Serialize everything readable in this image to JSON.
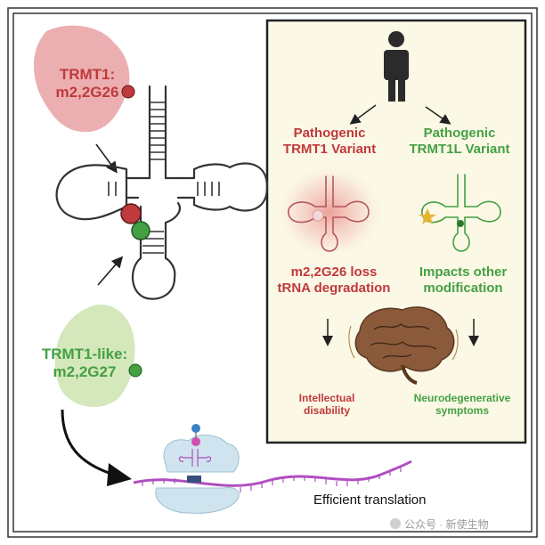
{
  "left_panel": {
    "trmt1_label_line1": "TRMT1:",
    "trmt1_label_line2": "m2,2G26",
    "trmt1l_label_line1": "TRMT1-like:",
    "trmt1l_label_line2": "m2,2G27"
  },
  "right_panel": {
    "left_branch_line1": "Pathogenic",
    "left_branch_line2": "TRMT1 Variant",
    "right_branch_line1": "Pathogenic",
    "right_branch_line2": "TRMT1L Variant",
    "left_effect_line1": "m2,2G26 loss",
    "left_effect_line2": "tRNA degradation",
    "right_effect_line1": "Impacts other",
    "right_effect_line2": "modification",
    "left_outcome_line1": "Intellectual",
    "left_outcome_line2": "disability",
    "right_outcome_line1": "Neurodegenerative",
    "right_outcome_line2": "symptoms"
  },
  "bottom": {
    "translation_label": "Efficient translation",
    "watermark": "公众号 · 新使生物"
  },
  "colors": {
    "red": "#c0393b",
    "green": "#45a043",
    "panel_bg": "#fbf8e6",
    "trmt1_blob": "#e9a1a3",
    "trmt1l_blob": "#cfe5b5",
    "ribosome": "#cfe4ee",
    "mrna": "#b04fc0"
  }
}
